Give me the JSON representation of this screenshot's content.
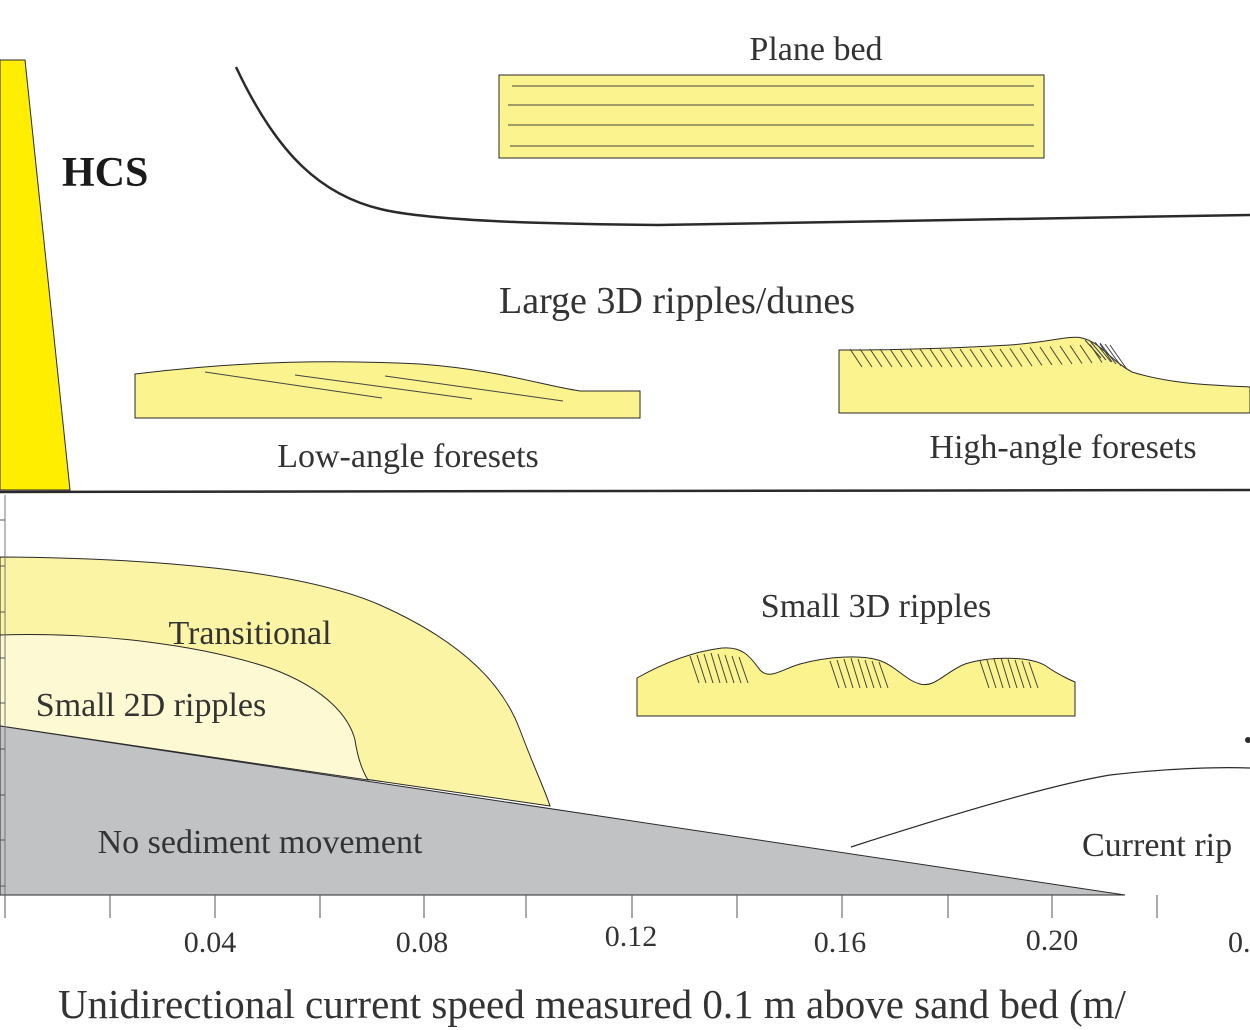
{
  "labels": {
    "plane_bed": "Plane bed",
    "hcs": "HCS",
    "large_3d": "Large 3D ripples/dunes",
    "low_angle": "Low-angle foresets",
    "high_angle": "High-angle foresets",
    "small_3d": "Small 3D ripples",
    "transitional": "Transitional",
    "small_2d": "Small 2D ripples",
    "no_movement": "No sediment movement",
    "current_ripples": "Current rip"
  },
  "axis": {
    "x_ticks": [
      "0.04",
      "0.08",
      "0.12",
      "0.16",
      "0.20",
      "0."
    ],
    "x_label": "Unidirectional current speed measured 0.1 m above sand bed (m/"
  },
  "colors": {
    "hcs_wedge": "#ffee00",
    "bedform": "#fbf38e",
    "transitional": "#fbf4a4",
    "small_2d": "#fdf9d2",
    "no_movement": "#c1c2c4"
  }
}
